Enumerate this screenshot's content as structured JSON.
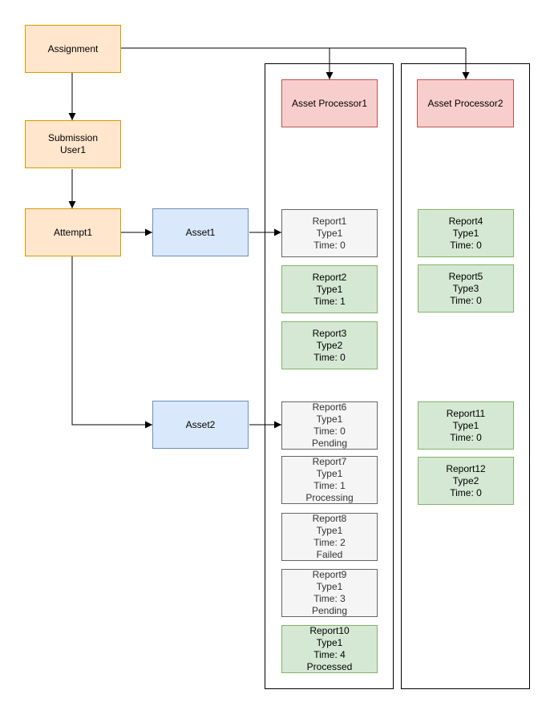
{
  "palette": {
    "flow_node_fill": "#FFE6CC",
    "flow_node_stroke": "#D79B00",
    "asset_fill": "#DAE8FC",
    "asset_stroke": "#6C8EBF",
    "processor_fill": "#F8CECC",
    "processor_stroke": "#B85450",
    "report_done_fill": "#D5E8D4",
    "report_done_stroke": "#82B366",
    "report_pending_fill": "#F5F5F5",
    "report_pending_stroke": "#666666",
    "wire_color": "#000000",
    "background": "#FFFFFF"
  },
  "nodes": {
    "assignment": {
      "label": "Assignment"
    },
    "submission": {
      "label": "Submission\nUser1"
    },
    "attempt": {
      "label": "Attempt1"
    },
    "asset1": {
      "label": "Asset1"
    },
    "asset2": {
      "label": "Asset2"
    }
  },
  "processor1": {
    "label": "Asset Processor1",
    "reports": [
      {
        "name": "Report1",
        "type": "Type1",
        "time": "Time: 0",
        "status": ""
      },
      {
        "name": "Report2",
        "type": "Type1",
        "time": "Time: 1",
        "status": ""
      },
      {
        "name": "Report3",
        "type": "Type2",
        "time": "Time: 0",
        "status": ""
      },
      {
        "name": "Report6",
        "type": "Type1",
        "time": "Time: 0",
        "status": "Pending"
      },
      {
        "name": "Report7",
        "type": "Type1",
        "time": "Time: 1",
        "status": "Processing"
      },
      {
        "name": "Report8",
        "type": "Type1",
        "time": "Time: 2",
        "status": "Failed"
      },
      {
        "name": "Report9",
        "type": "Type1",
        "time": "Time: 3",
        "status": "Pending"
      },
      {
        "name": "Report10",
        "type": "Type1",
        "time": "Time: 4",
        "status": "Processed"
      }
    ]
  },
  "processor2": {
    "label": "Asset Processor2",
    "reports": [
      {
        "name": "Report4",
        "type": "Type1",
        "time": "Time: 0",
        "status": ""
      },
      {
        "name": "Report5",
        "type": "Type3",
        "time": "Time: 0",
        "status": ""
      },
      {
        "name": "Report11",
        "type": "Type1",
        "time": "Time: 0",
        "status": ""
      },
      {
        "name": "Report12",
        "type": "Type2",
        "time": "Time: 0",
        "status": ""
      }
    ]
  }
}
